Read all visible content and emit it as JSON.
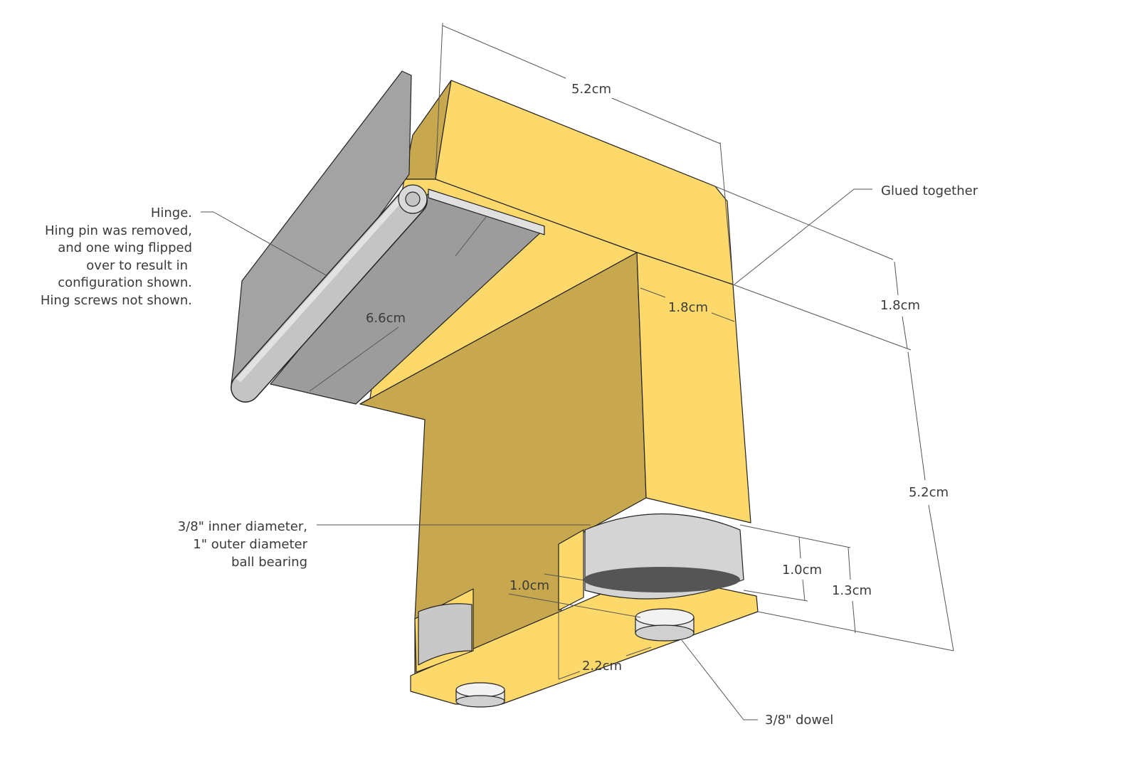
{
  "dimensions": {
    "top_length": "5.2cm",
    "arm_thickness_right": "1.8cm",
    "arm_thickness_inner": "1.8cm",
    "vertical_length": "5.2cm",
    "hinge_length": "6.6cm",
    "bearing_height": "1.0cm",
    "plate_height": "1.3cm",
    "dowel_offset": "1.0cm",
    "plate_width": "2.2cm"
  },
  "annotations": {
    "glued": "Glued together",
    "hinge": [
      "Hinge.",
      "Hing pin was removed,",
      "and one wing flipped",
      "over to result in",
      "configuration shown.",
      "Hing screws not shown."
    ],
    "bearing": [
      "3/8\" inner diameter,",
      "1\" outer diameter",
      "ball bearing"
    ],
    "dowel": "3/8\" dowel"
  },
  "colors": {
    "wood_light": "#FDD86A",
    "wood_dark": "#C8A84E",
    "metal": "#A3A3A3"
  }
}
